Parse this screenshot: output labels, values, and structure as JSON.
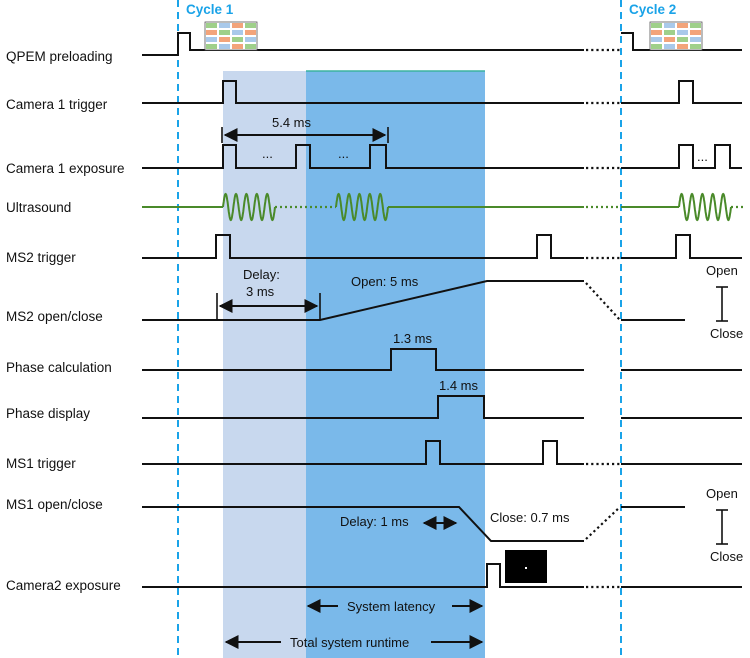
{
  "cycles": {
    "cycle1": "Cycle 1",
    "cycle2": "Cycle 2"
  },
  "rows": [
    "QPEM preloading",
    "Camera 1 trigger",
    "Camera 1 exposure",
    "Ultrasound",
    "MS2 trigger",
    "MS2 open/close",
    "Phase calculation",
    "Phase display",
    "MS1 trigger",
    "MS1 open/close",
    "Camera2 exposure"
  ],
  "annotations": {
    "exposure_span": "5.4 ms",
    "ellipsis": "...",
    "delay_line1": "Delay:",
    "delay_line2": "3 ms",
    "ms2_open": "Open: 5 ms",
    "phase_calc": "1.3 ms",
    "phase_display": "1.4 ms",
    "ms1_delay": "Delay: 1 ms",
    "ms1_close": "Close: 0.7 ms",
    "open": "Open",
    "close": "Close",
    "system_latency": "System latency",
    "total_runtime": "Total system runtime"
  },
  "colors": {
    "cycle_line": "#1aa3e8",
    "cycle_text": "#1aa3e8",
    "total_runtime_band": "#c8d8ee",
    "system_latency_band": "#7ab9ea",
    "band_top_line": "#3bb3a0",
    "ultrasound": "#4a8a2a",
    "signal": "#111111",
    "grid_colors": [
      "#9fd08a",
      "#f3a47a",
      "#a9c9ea"
    ]
  }
}
